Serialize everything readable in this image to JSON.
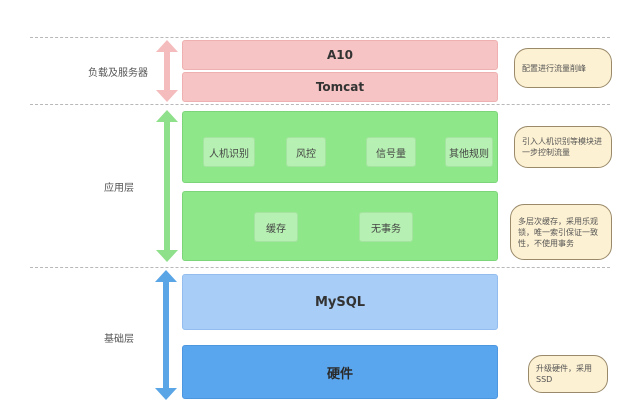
{
  "layers": {
    "lb": {
      "label": "负载及服务器",
      "blocks": [
        "A10",
        "Tomcat"
      ],
      "note": "配置进行流量削峰"
    },
    "app": {
      "label": "应用层",
      "row1": [
        "人机识别",
        "风控",
        "信号量",
        "其他规则"
      ],
      "row1_note": "引入人机识别等模块进一步控制流量",
      "row2": [
        "缓存",
        "无事务"
      ],
      "row2_note": "多层次缓存，采用乐观锁，唯一索引保证一致性，不使用事务"
    },
    "base": {
      "label": "基础层",
      "blocks": [
        "MySQL",
        "硬件"
      ],
      "note": "升级硬件，采用SSD"
    }
  },
  "colors": {
    "pink": "#f6c4c4",
    "green": "#8ee88a",
    "blue_light": "#a8cdf6",
    "blue_dark": "#5aa6ee",
    "note_bg": "#fdf1d3"
  }
}
